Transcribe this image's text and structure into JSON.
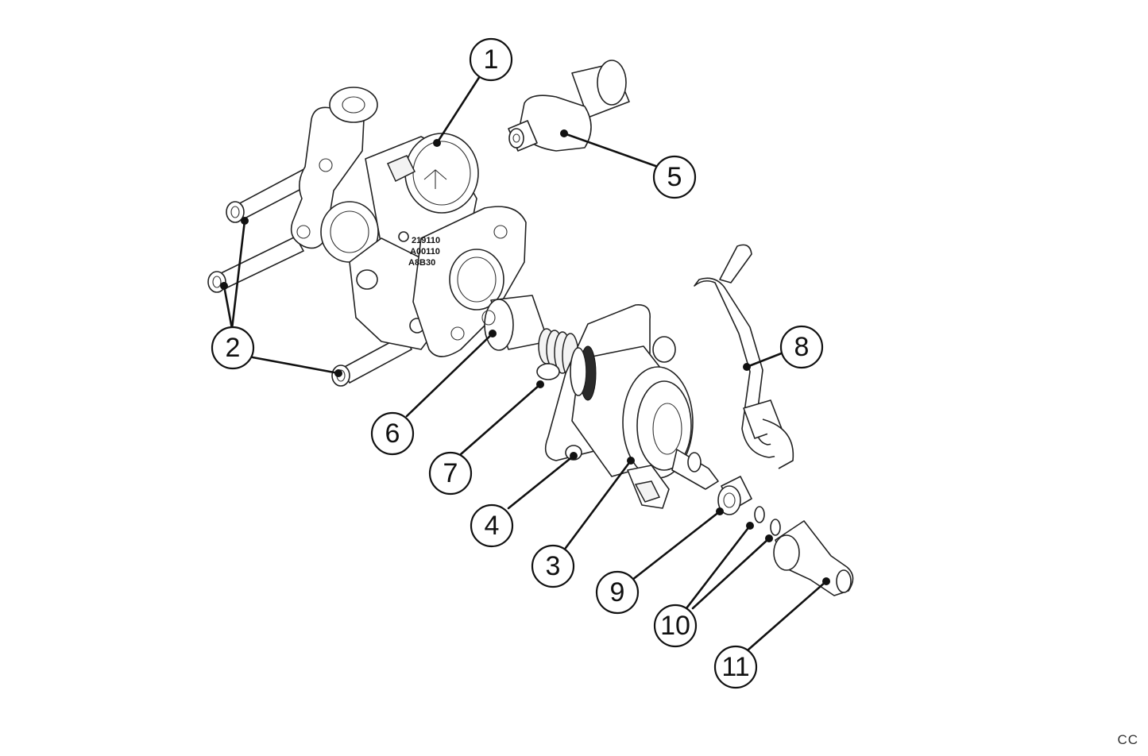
{
  "diagram": {
    "callouts": [
      {
        "label": "1"
      },
      {
        "label": "2"
      },
      {
        "label": "3"
      },
      {
        "label": "4"
      },
      {
        "label": "5"
      },
      {
        "label": "6"
      },
      {
        "label": "7"
      },
      {
        "label": "8"
      },
      {
        "label": "9"
      },
      {
        "label": "10"
      },
      {
        "label": "11"
      }
    ],
    "housing_stamp": [
      "219110",
      "A00110",
      "A8B30"
    ]
  },
  "corner_mark": "CC"
}
